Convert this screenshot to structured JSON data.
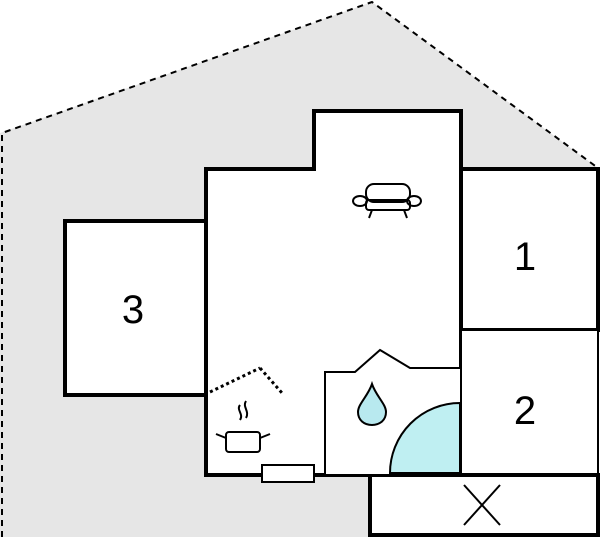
{
  "floorplan": {
    "rooms": [
      {
        "id": "bedroom-1",
        "label": "1"
      },
      {
        "id": "bedroom-2",
        "label": "2"
      },
      {
        "id": "bedroom-3",
        "label": "3"
      }
    ],
    "icons": [
      "sofa-icon",
      "water-drop-icon",
      "cooking-pot-icon",
      "stairs-icon",
      "door-icon",
      "terrace-x-icon",
      "shower-icon"
    ],
    "colors": {
      "plot": "#e6e6e6",
      "walls": "#000000",
      "rooms": "#ffffff",
      "shower": "#bfeff2",
      "water": "#b8e9ef"
    }
  }
}
